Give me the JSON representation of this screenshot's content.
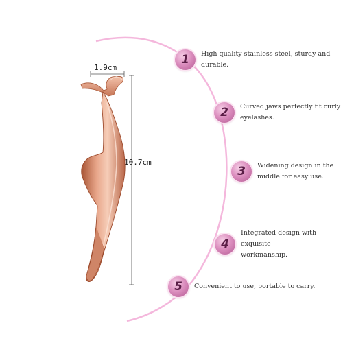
{
  "dimensions": {
    "width_label": "1.9cm",
    "length_label": "10.7cm"
  },
  "colors": {
    "arc": "#f4b7dc",
    "badge": "#d47fb3",
    "tool_light": "#f3c2ab",
    "tool_mid": "#dc9478",
    "tool_dark": "#a85535"
  },
  "features": [
    {
      "number": "1",
      "lines": [
        "High quality stainless steel, sturdy and durable."
      ]
    },
    {
      "number": "2",
      "lines": [
        "Curved jaws perfectly fit curly",
        "eyelashes."
      ]
    },
    {
      "number": "3",
      "lines": [
        "Widening design in the",
        "middle for easy use."
      ]
    },
    {
      "number": "4",
      "lines": [
        "Integrated design with exquisite",
        "workmanship."
      ]
    },
    {
      "number": "5",
      "lines": [
        "Convenient to use, portable to carry."
      ]
    }
  ]
}
